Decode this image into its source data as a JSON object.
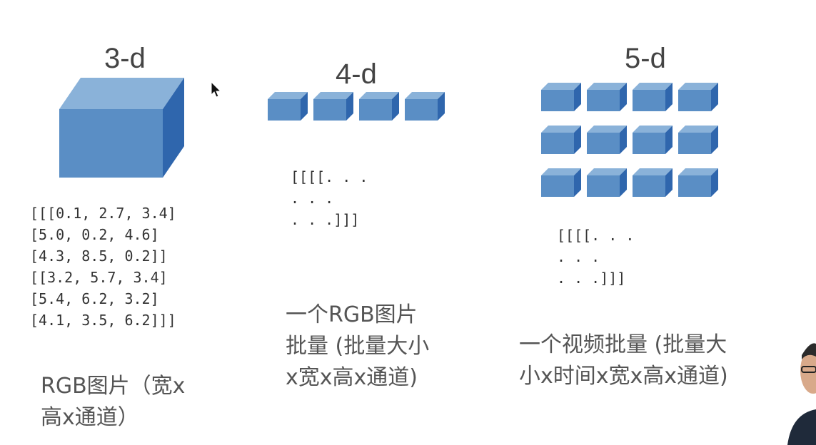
{
  "colors": {
    "cube_front": "#5a8ec5",
    "cube_top": "#8ab2d9",
    "cube_side": "#2f66ad",
    "text": "#333333"
  },
  "sections": [
    {
      "heading": "3-d",
      "code_lines": [
        "[[[0.1, 2.7, 3.4]",
        "  [5.0, 0.2, 4.6]",
        "  [4.3, 8.5, 0.2]]",
        " [[3.2, 5.7, 3.4]",
        "  [5.4, 6.2, 3.2]",
        "  [4.1, 3.5, 6.2]]]"
      ],
      "caption_lines": [
        "RGB图片（宽x",
        "高x通道）"
      ],
      "cube_count": 1
    },
    {
      "heading": "4-d",
      "code_lines": [
        "[[[[. . .",
        "    . . .",
        "    . . .]]]"
      ],
      "caption_lines": [
        "一个RGB图片",
        "批量 (批量大小",
        "x宽x高x通道)"
      ],
      "cube_count": 4
    },
    {
      "heading": "5-d",
      "code_lines": [
        "[[[[. . .",
        "    . . .",
        "    . . .]]]"
      ],
      "caption_lines": [
        "一个视频批量 (批量大",
        "小x时间x宽x高x通道)"
      ],
      "cube_count": 12
    }
  ],
  "icons": [
    "mouse-cursor-icon",
    "presenter-figure"
  ]
}
